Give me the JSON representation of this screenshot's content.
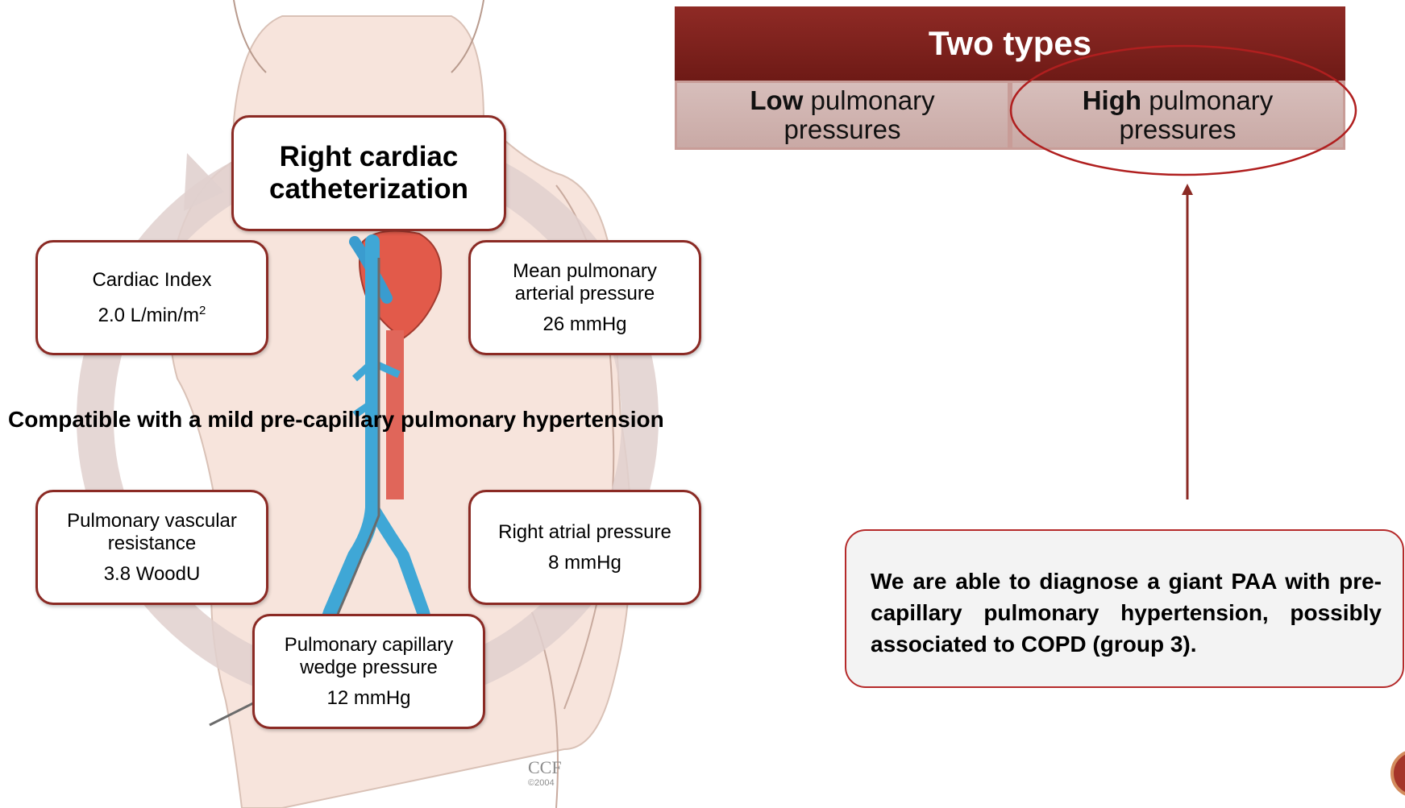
{
  "diagram": {
    "title": "Right cardiac catheterization",
    "measurements": [
      {
        "label": "Cardiac Index",
        "value": "2.0 L/min/m",
        "sup": "2"
      },
      {
        "label": "Mean pulmonary arterial pressure",
        "value": "26 mmHg"
      },
      {
        "label": "Pulmonary vascular resistance",
        "value": "3.8 WoodU"
      },
      {
        "label": "Right atrial pressure",
        "value": "8 mmHg"
      },
      {
        "label": "Pulmonary capillary wedge pressure",
        "value": "12 mmHg"
      }
    ],
    "caption": "Compatible with a mild pre-capillary pulmonary hypertension",
    "illustration_credit": "CCF",
    "illustration_year": "©2004"
  },
  "types_table": {
    "header": "Two types",
    "cells": [
      {
        "bold": "Low",
        "rest": " pulmonary",
        "line2": "pressures"
      },
      {
        "bold": "High",
        "rest": " pulmonary",
        "line2": "pressures"
      }
    ],
    "highlighted": "High pulmonary pressures"
  },
  "conclusion": "We are able to diagnose a giant PAA with pre-capillary pulmonary hypertension, possibly associated to COPD (group 3).",
  "colors": {
    "accent": "#8b2a24",
    "header_bg": "#7a1f1a",
    "cell_bg": "#d2b7b4",
    "highlight_ellipse": "#b01f1f",
    "cycle_ring": "#e0d0ce"
  }
}
